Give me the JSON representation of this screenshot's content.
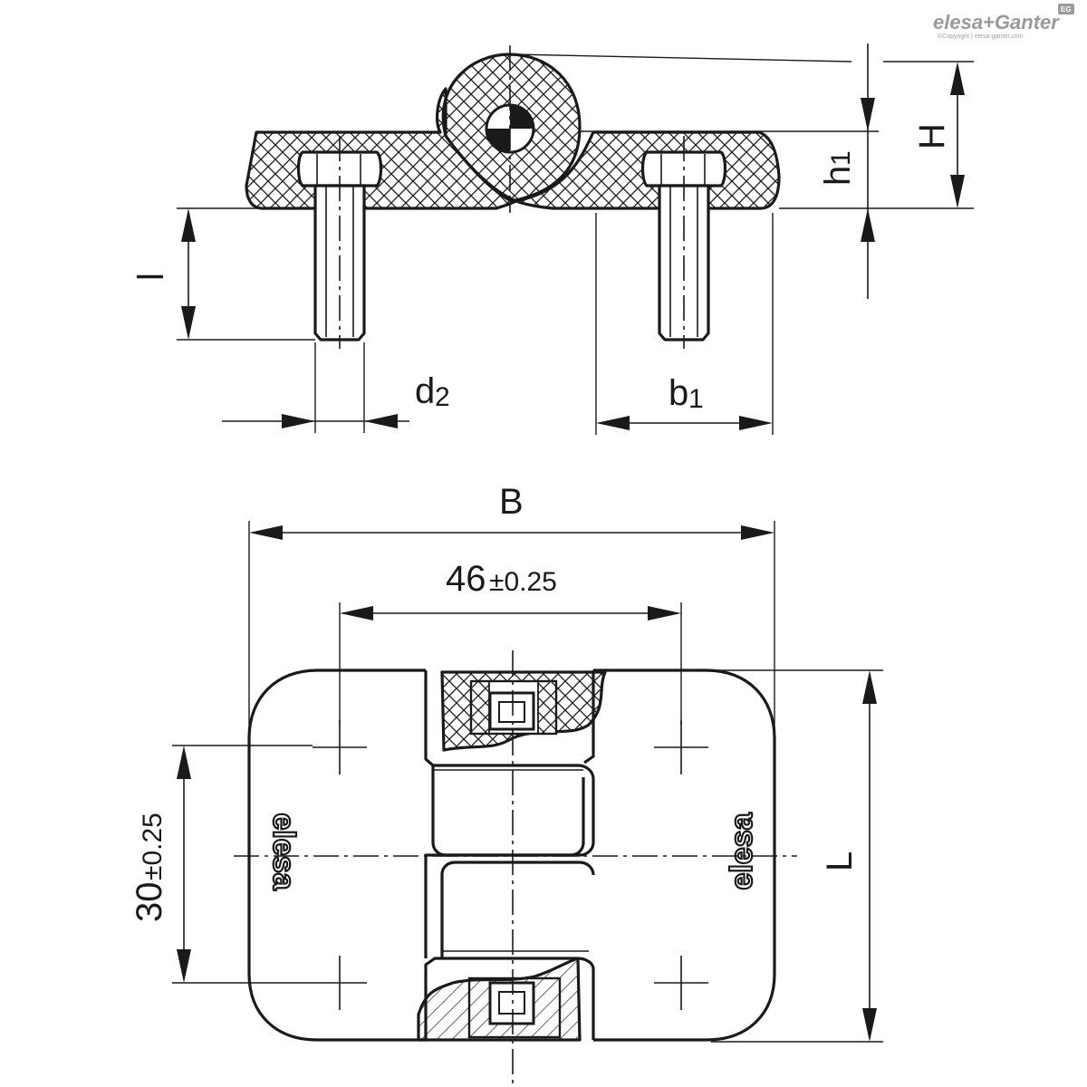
{
  "brand": {
    "logo_text": "elesa+Ganter",
    "copyright": "©Copyright | elesa-ganter.com",
    "badge": "EG"
  },
  "side_view": {
    "labels": {
      "H": "H",
      "h1": "h",
      "h1_sub": "1",
      "l": "l",
      "d2": "d",
      "d2_sub": "2",
      "b1": "b",
      "b1_sub": "1"
    }
  },
  "top_view": {
    "labels": {
      "B": "B",
      "pitch_x": "46",
      "pitch_x_tol": "±0.25",
      "pitch_y": "30",
      "pitch_y_tol": "±0.25",
      "L": "L"
    },
    "embossed_logo": "elesa"
  },
  "colors": {
    "line": "#1a1a1a",
    "brand_grey": "#9a9a9a",
    "background": "#ffffff"
  }
}
